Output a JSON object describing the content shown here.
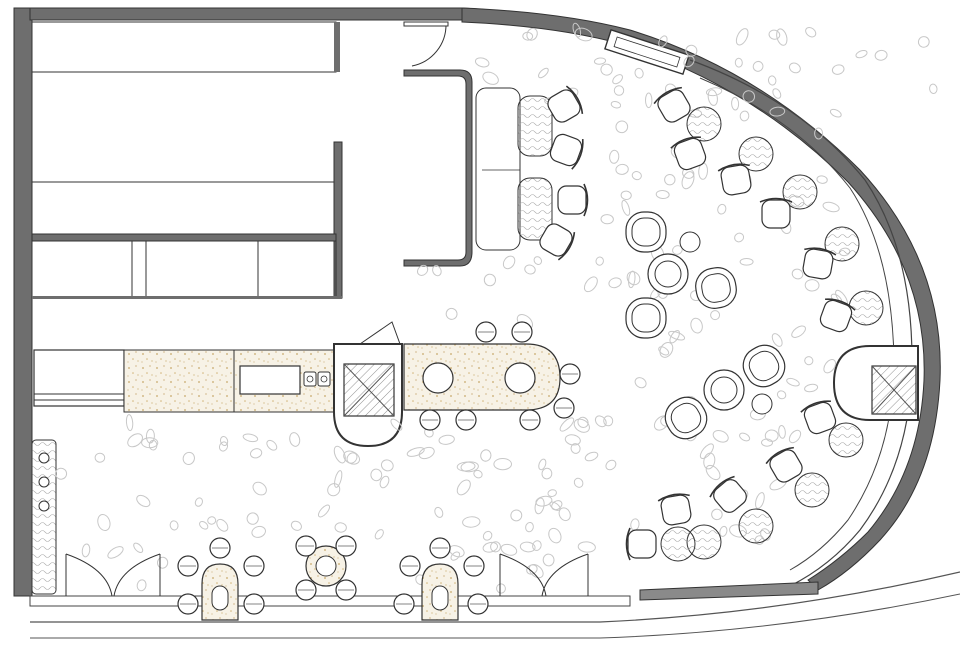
{
  "drawing": {
    "kind": "architectural-floor-plan",
    "subject": "cafe-restaurant-layout",
    "colors": {
      "wall": "#6e6e6e",
      "wall_edge": "#333333",
      "line": "#333333",
      "pebble": "#c8c8c8",
      "speckle": "#c8a96a",
      "paper": "#ffffff"
    }
  },
  "furniture": {
    "pendant_two_tops": 10,
    "counter_pedestals": 2,
    "exterior_door_leaves": 4
  }
}
